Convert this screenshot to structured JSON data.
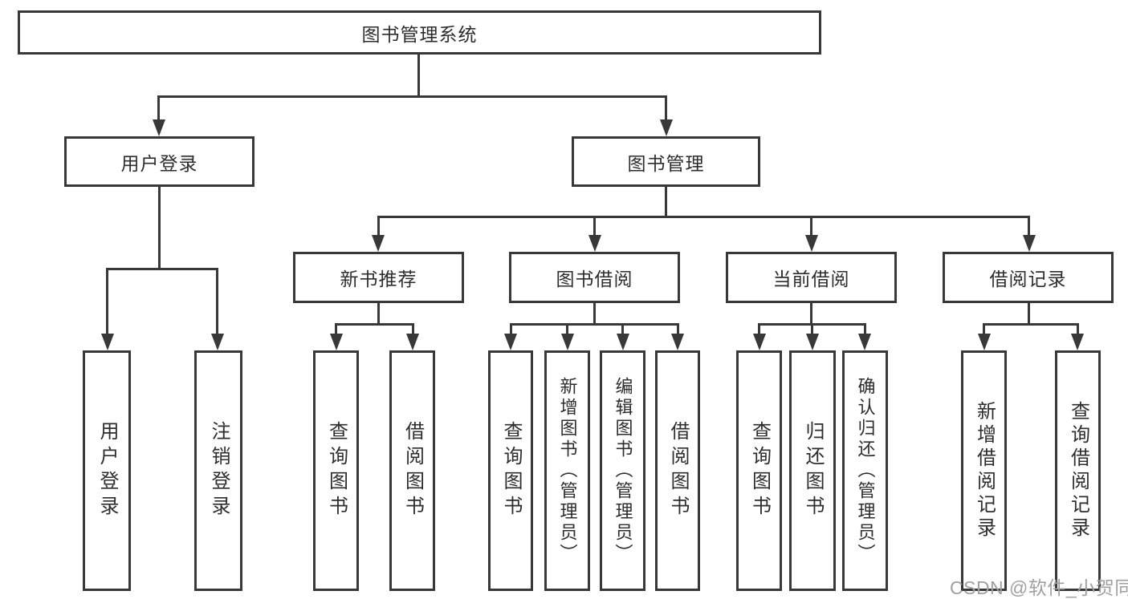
{
  "diagram_title": "图书管理系统",
  "nodes": {
    "root": {
      "label": "图书管理系统"
    },
    "login": {
      "label": "用户登录",
      "children": [
        "用户登录",
        "注销登录"
      ]
    },
    "mgmt": {
      "label": "图书管理",
      "children": [
        "新书推荐",
        "图书借阅",
        "当前借阅",
        "借阅记录"
      ]
    },
    "recommend_children": [
      "查询图书",
      "借阅图书"
    ],
    "borrow_children": [
      "查询图书",
      "新增图书（管理员）",
      "编辑图书（管理员）",
      "借阅图书"
    ],
    "current_children": [
      "查询图书",
      "归还图书",
      "确认归还（管理员）"
    ],
    "records_children": [
      "新增借阅记录",
      "查询借阅记录"
    ]
  },
  "watermark": "CSDN @软件_小贺同学",
  "colors": {
    "line": "#383838",
    "box_border": "#383838",
    "text": "#2d2d2d",
    "watermark": "#a0a0a0",
    "background": "#ffffff"
  }
}
